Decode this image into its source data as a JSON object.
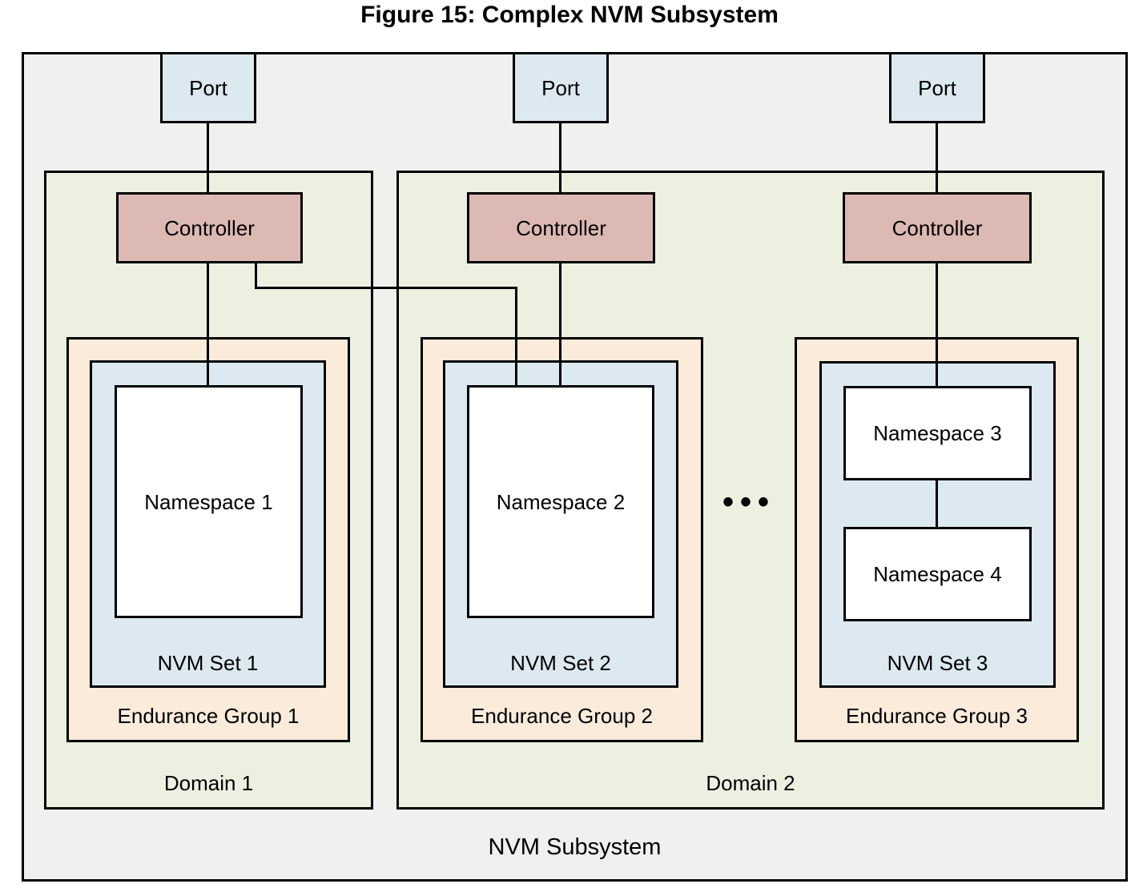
{
  "title": "Figure 15: Complex NVM Subsystem",
  "subsystem": {
    "label": "NVM Subsystem"
  },
  "ports": [
    {
      "label": "Port"
    },
    {
      "label": "Port"
    },
    {
      "label": "Port"
    }
  ],
  "controllers": [
    {
      "label": "Controller"
    },
    {
      "label": "Controller"
    },
    {
      "label": "Controller"
    }
  ],
  "domains": [
    {
      "label": "Domain 1"
    },
    {
      "label": "Domain 2"
    }
  ],
  "endurance_groups": [
    {
      "label": "Endurance Group 1"
    },
    {
      "label": "Endurance Group 2"
    },
    {
      "label": "Endurance Group 3"
    }
  ],
  "nvm_sets": [
    {
      "label": "NVM Set 1"
    },
    {
      "label": "NVM Set 2"
    },
    {
      "label": "NVM Set 3"
    }
  ],
  "namespaces": [
    {
      "label": "Namespace 1"
    },
    {
      "label": "Namespace 2"
    },
    {
      "label": "Namespace 3"
    },
    {
      "label": "Namespace 4"
    }
  ],
  "ellipsis": "•••",
  "colors": {
    "subsystem_fill": "#f0f0ef",
    "domain_fill": "#ecf0e0",
    "endurance_fill": "#faebdb",
    "set_fill": "#dce9f1",
    "port_fill": "#dce9f1",
    "namespace_fill": "#ffffff",
    "controller_fill": "#ddb9b3",
    "border": "#000000"
  }
}
